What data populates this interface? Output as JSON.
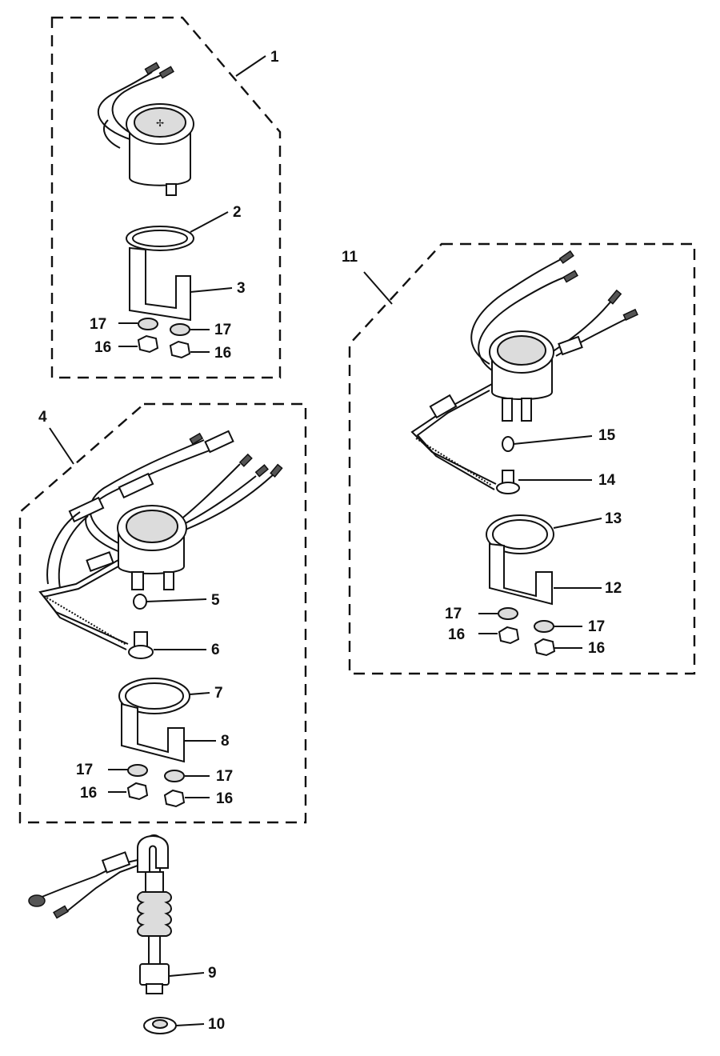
{
  "callouts": {
    "c1": "1",
    "c2": "2",
    "c3": "3",
    "c4": "4",
    "c5": "5",
    "c6": "6",
    "c7": "7",
    "c8": "8",
    "c9": "9",
    "c10": "10",
    "c11": "11",
    "c12": "12",
    "c13": "13",
    "c14": "14",
    "c15": "15",
    "c16a": "16",
    "c16b": "16",
    "c16c": "16",
    "c16d": "16",
    "c16e": "16",
    "c16f": "16",
    "c17a": "17",
    "c17b": "17",
    "c17c": "17",
    "c17d": "17",
    "c17e": "17",
    "c17f": "17"
  }
}
